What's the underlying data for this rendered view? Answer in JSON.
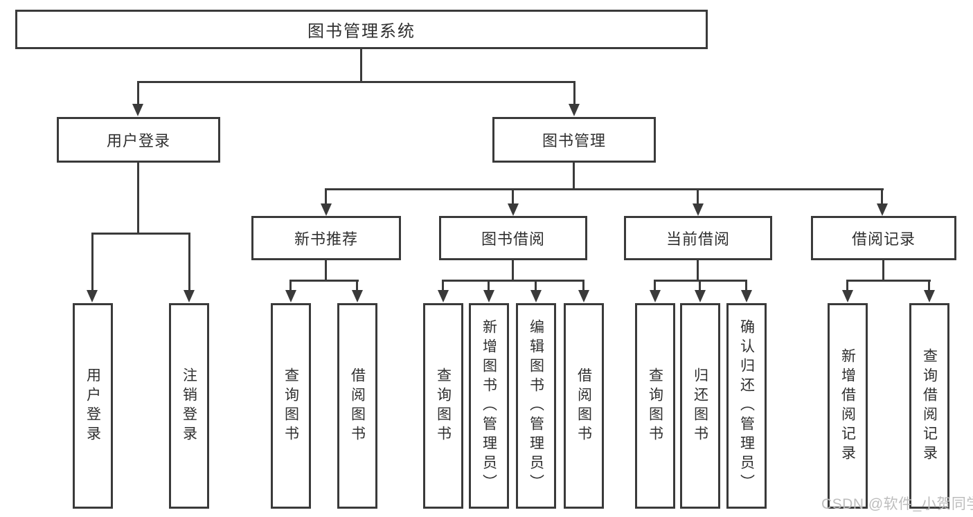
{
  "diagram": {
    "type": "hierarchy-tree",
    "title": "图书管理系统"
  },
  "nodes": {
    "root": "图书管理系统",
    "user_login": "用户登录",
    "book_mgmt": "图书管理",
    "new_book_rec": "新书推荐",
    "book_borrow": "图书借阅",
    "current_borrow": "当前借阅",
    "borrow_records": "借阅记录",
    "login_children": [
      "用户登录",
      "注销登录"
    ],
    "rec_children": [
      "查询图书",
      "借阅图书"
    ],
    "borrow_children": [
      "查询图书",
      "新增图书（管理员）",
      "编辑图书（管理员）",
      "借阅图书"
    ],
    "current_children": [
      "查询图书",
      "归还图书",
      "确认归还（管理员）"
    ],
    "records_children": [
      "新增借阅记录",
      "查询借阅记录"
    ]
  },
  "watermark": "CSDN @软件_小贺同学",
  "colors": {
    "line": "#3a3a3a",
    "text": "#2f2f2f",
    "bg": "#ffffff",
    "watermark": "#bdbdbd"
  }
}
